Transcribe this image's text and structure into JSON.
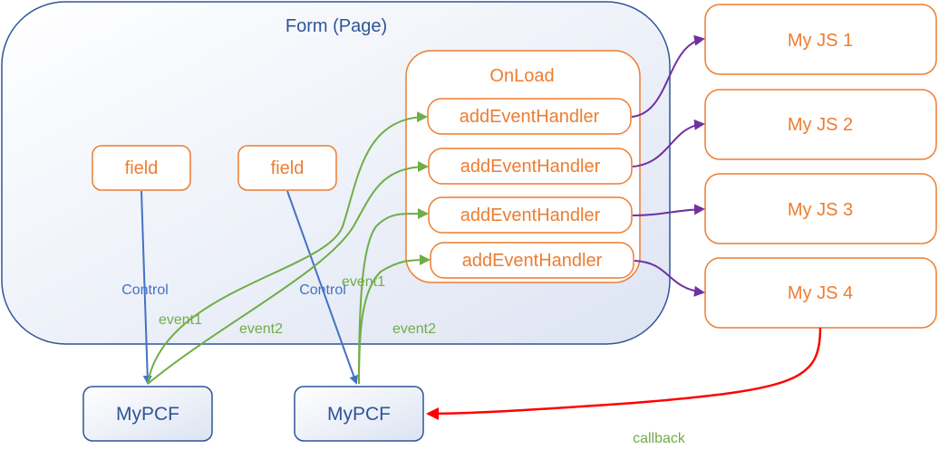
{
  "form": {
    "title": "Form (Page)"
  },
  "fields": [
    "field",
    "field"
  ],
  "onload": {
    "title": "OnLoad",
    "handlers": [
      "addEventHandler",
      "addEventHandler",
      "addEventHandler",
      "addEventHandler"
    ]
  },
  "scripts": [
    "My JS 1",
    "My JS 2",
    "My JS 3",
    "My JS 4"
  ],
  "pcfs": [
    "MyPCF",
    "MyPCF"
  ],
  "edge_labels": {
    "control_1": "Control",
    "control_2": "Control",
    "event1_a": "event1",
    "event2_a": "event2",
    "event1_b": "event1",
    "event2_b": "event2",
    "callback": "callback"
  },
  "colors": {
    "form_border": "#2F5597",
    "orange": "#ED7D31",
    "blue_arrow": "#4472C4",
    "green_arrow": "#70AD47",
    "purple_arrow": "#7030A0",
    "red_arrow": "#FF0000"
  }
}
